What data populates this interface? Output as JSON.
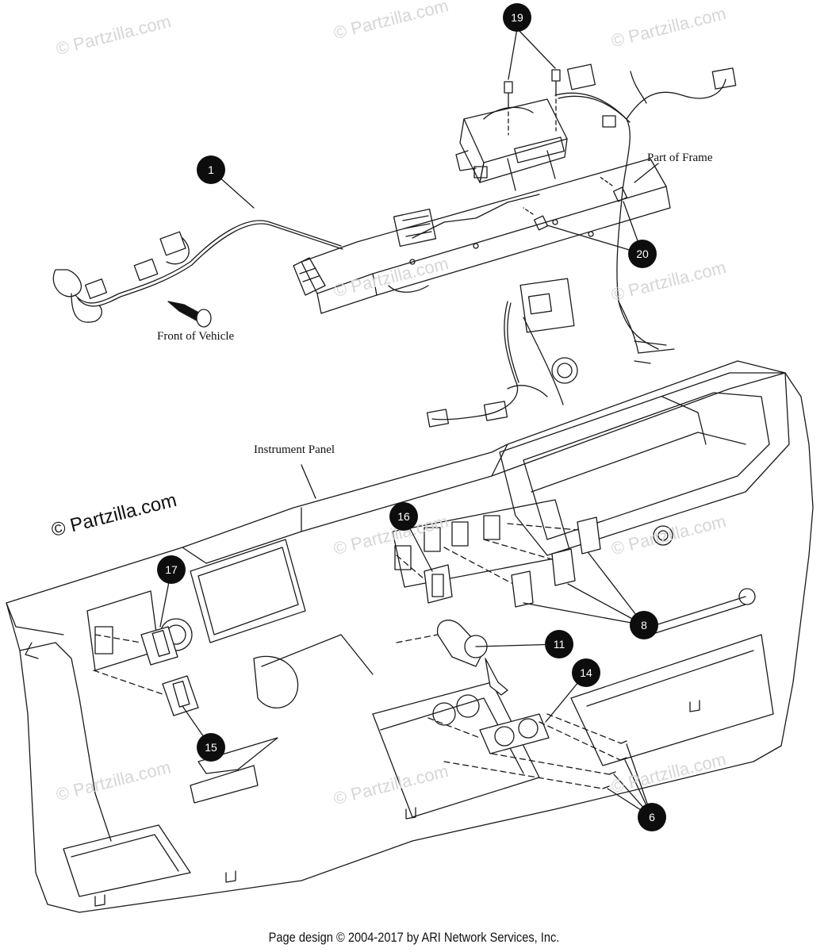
{
  "watermark": "© Partzilla.com",
  "labels": {
    "part_of_frame": "Part of Frame",
    "front_of_vehicle": "Front of Vehicle",
    "instrument_panel": "Instrument Panel"
  },
  "callouts": [
    "19",
    "1",
    "20",
    "16",
    "17",
    "11",
    "8",
    "14",
    "15",
    "6"
  ],
  "footer": "Page design © 2004-2017 by ARI Network Services, Inc."
}
